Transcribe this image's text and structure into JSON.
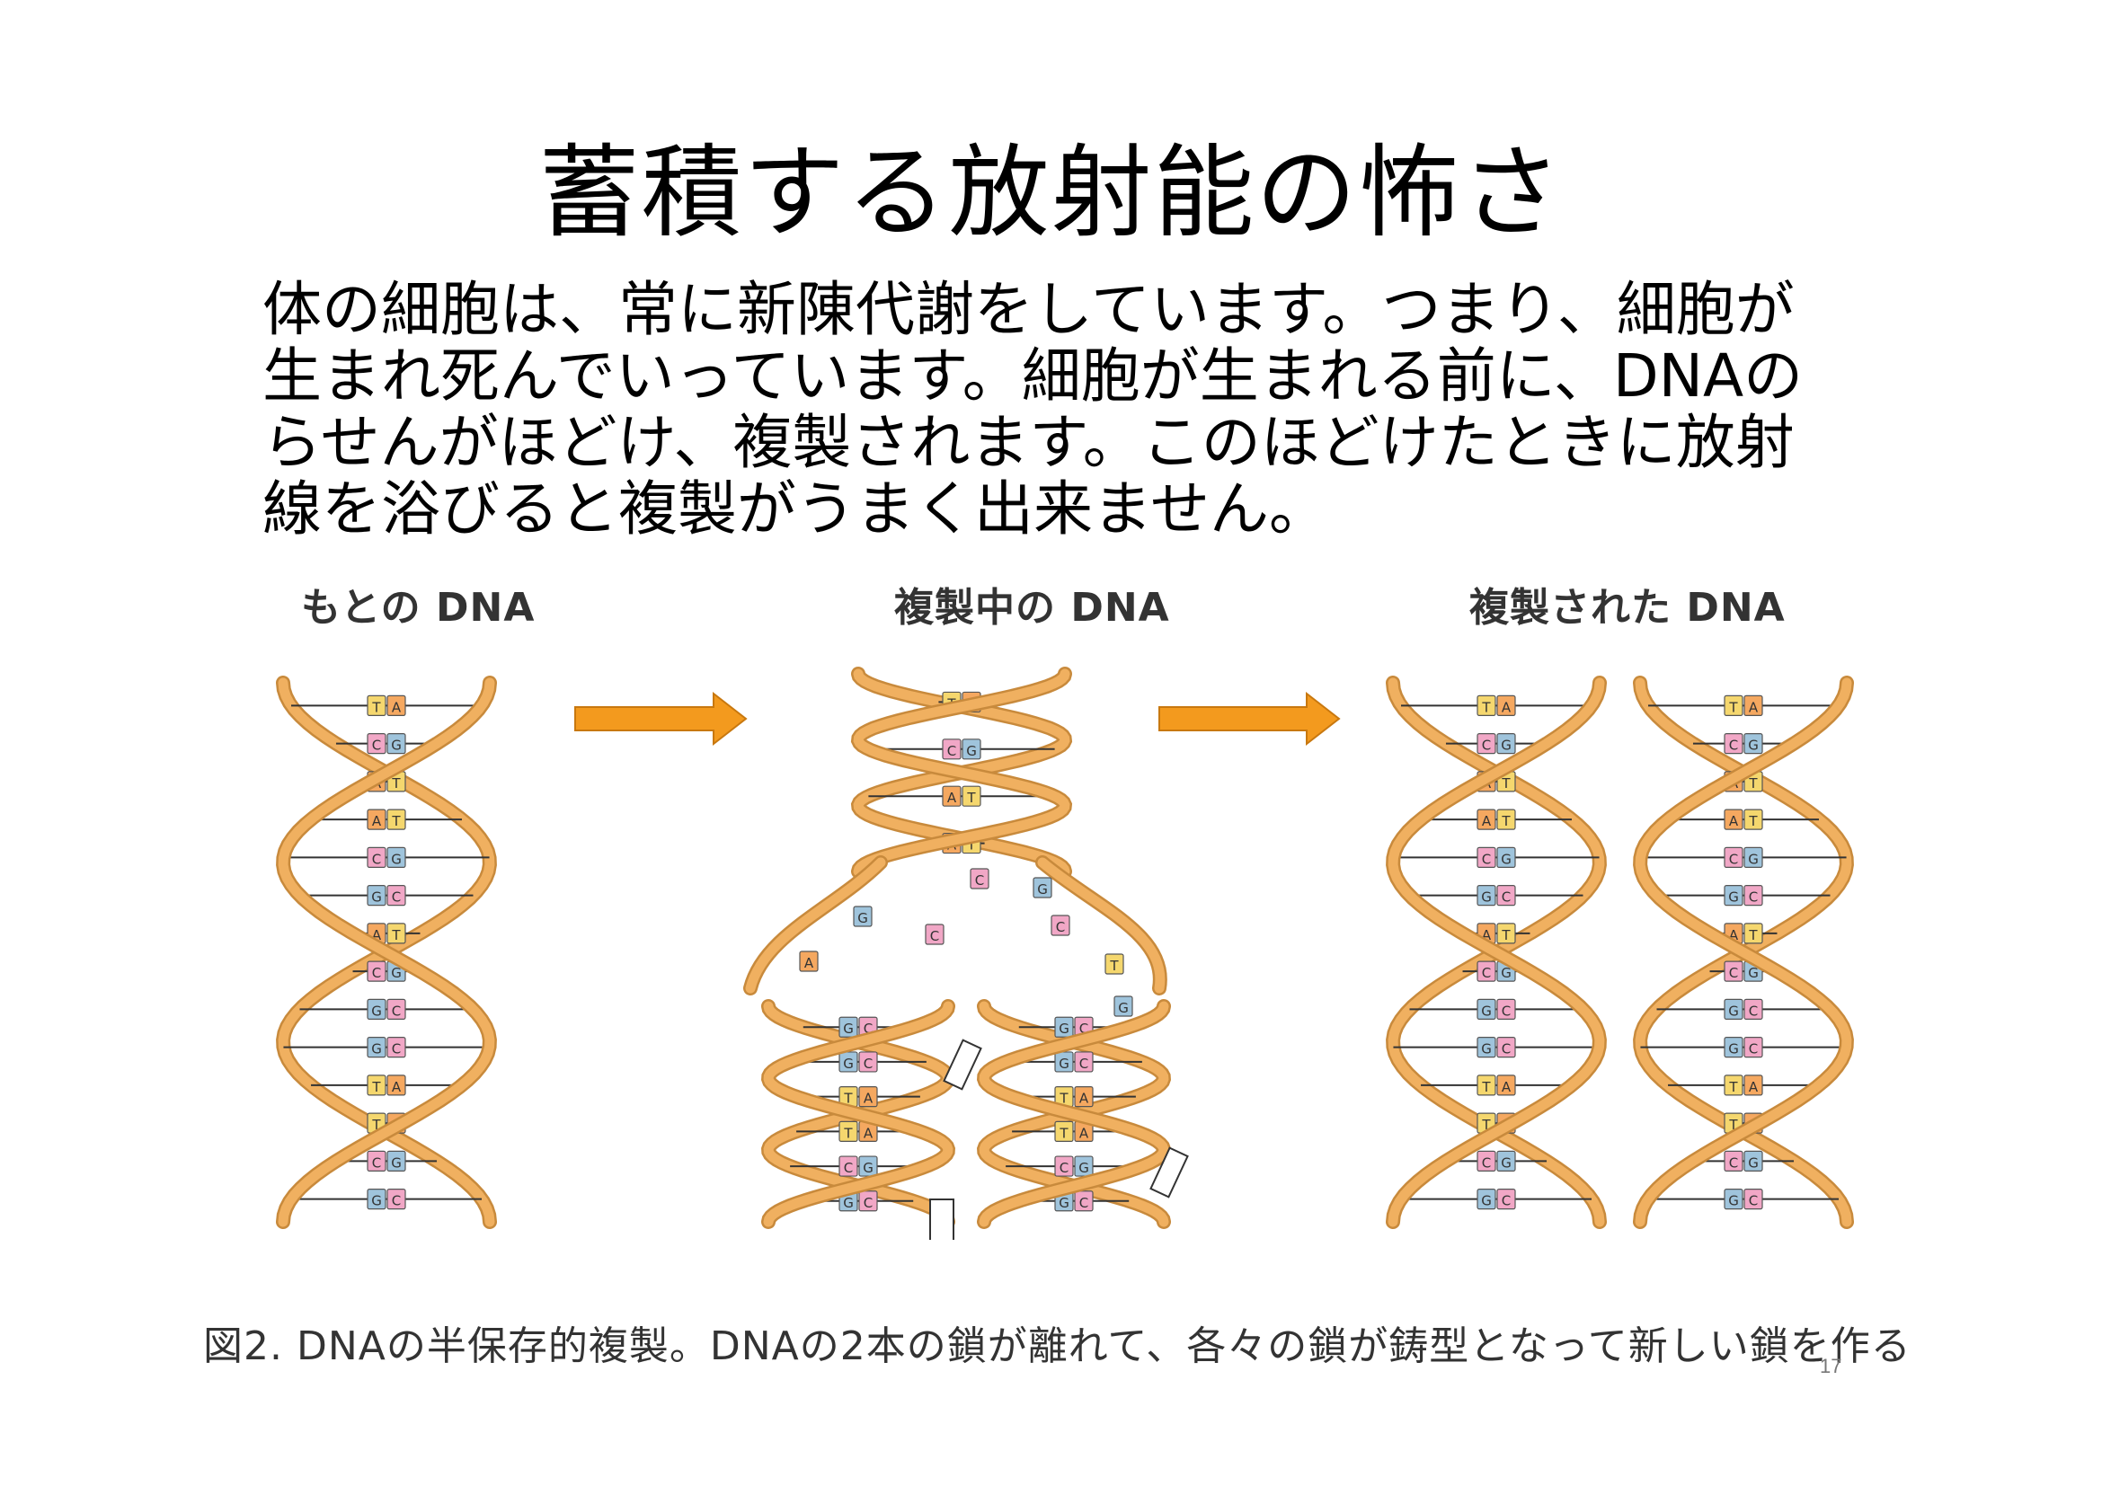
{
  "slide": {
    "title": "蓄積する放射能の怖さ",
    "body_lines": [
      "体の細胞は、常に新陳代謝をしています。つまり、細胞が",
      "生まれ死んでいっています。細胞が生まれる前に、DNAの",
      "らせんがほどけ、複製されます。このほどけたときに放射",
      "線を浴びると複製がうまく出来ません。"
    ],
    "page_number": "17"
  },
  "figure": {
    "labels": {
      "original": "もとの DNA",
      "replicating": "複製中の DNA",
      "replicated": "複製された DNA"
    },
    "caption": "図2. DNAの半保存的複製。DNAの2本の鎖が離れて、各々の鎖が鋳型となって新しい鎖を作る",
    "base_pairs": [
      [
        "T",
        "A"
      ],
      [
        "C",
        "G"
      ],
      [
        "A",
        "T"
      ],
      [
        "A",
        "T"
      ],
      [
        "C",
        "G"
      ],
      [
        "G",
        "C"
      ],
      [
        "A",
        "T"
      ],
      [
        "C",
        "G"
      ],
      [
        "G",
        "C"
      ],
      [
        "G",
        "C"
      ],
      [
        "T",
        "A"
      ],
      [
        "T",
        "A"
      ],
      [
        "C",
        "G"
      ],
      [
        "G",
        "C"
      ]
    ],
    "colors": {
      "strand": "#f0b060",
      "strand_edge": "#c88a3c",
      "arrow": "#f39a1e",
      "arrow_edge": "#c8780f",
      "base_T": "#f5d76e",
      "base_A": "#f5a860",
      "base_C": "#f1a7c6",
      "base_G": "#9fc4dc",
      "rung": "#333333"
    }
  }
}
